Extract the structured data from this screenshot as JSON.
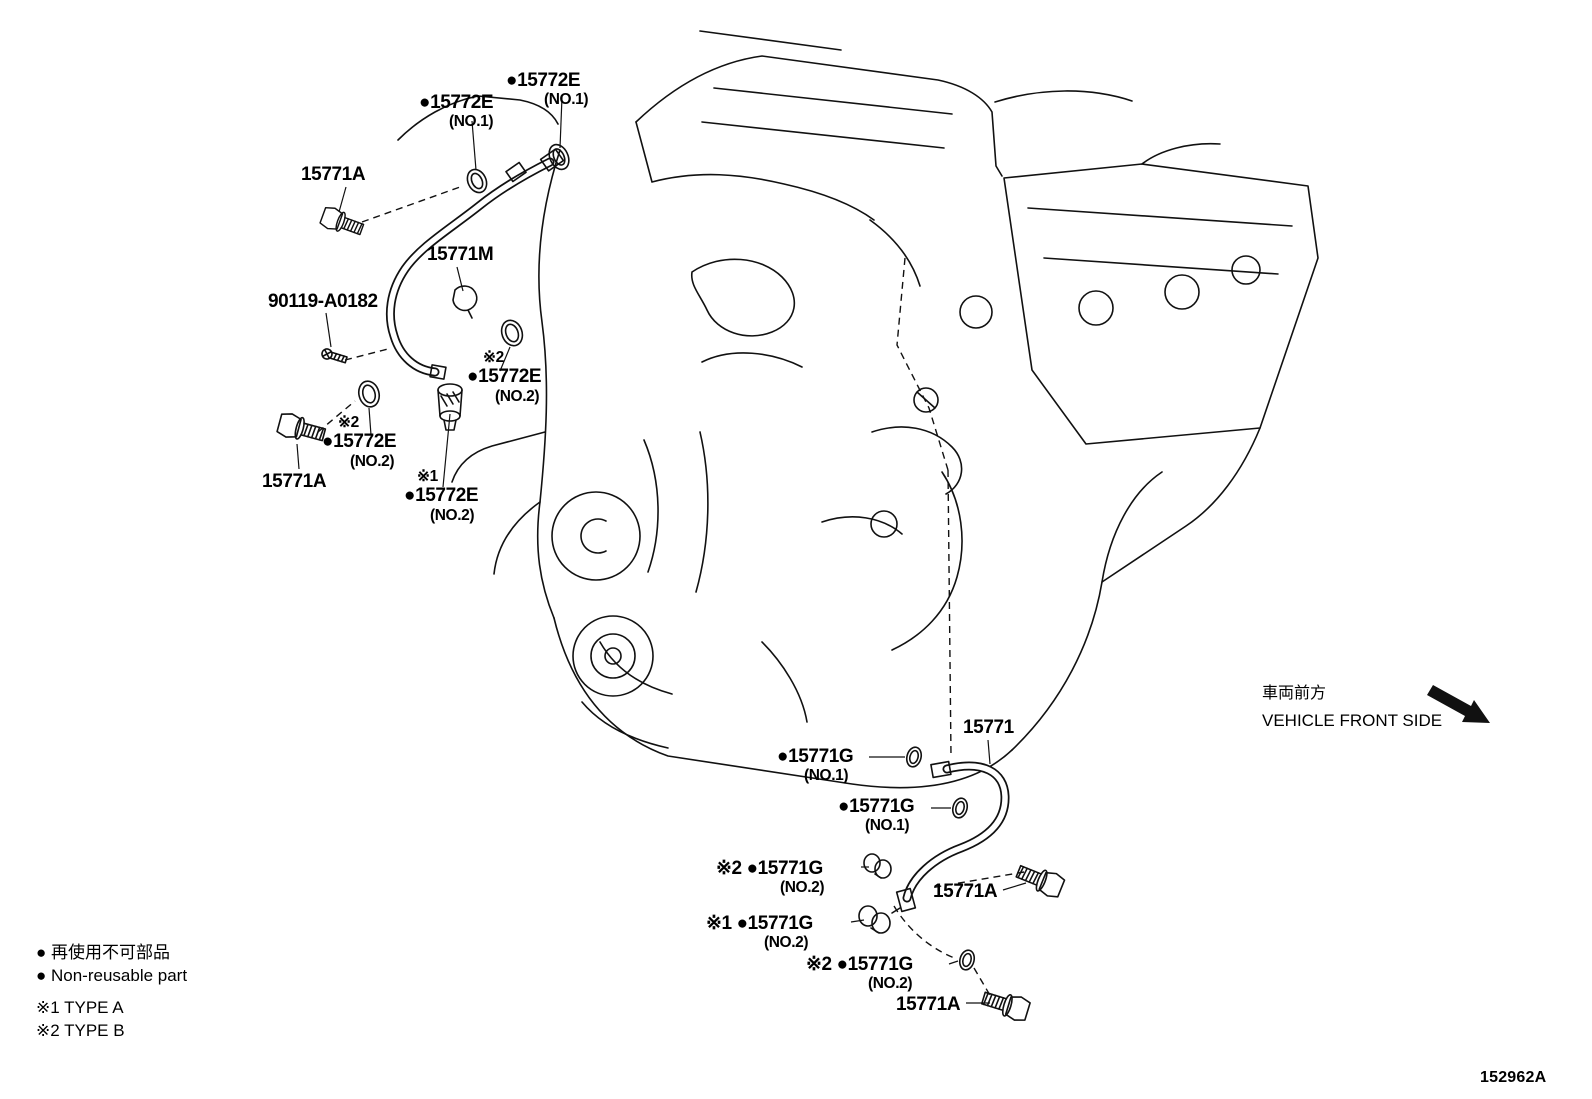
{
  "diagram": {
    "figure_code": "152962A",
    "direction": {
      "jp": "車両前方",
      "en": "VEHICLE FRONT SIDE"
    },
    "legend": {
      "nonreusable_jp": "● 再使用不可部品",
      "nonreusable_en": "● Non-reusable part",
      "type_a": "※1 TYPE A",
      "type_b": "※2 TYPE B"
    },
    "labels": [
      {
        "lines": [
          "●15772E",
          "(NO.1)"
        ]
      },
      {
        "lines": [
          "●15772E",
          "(NO.1)"
        ]
      },
      {
        "lines": [
          "15771A"
        ]
      },
      {
        "lines": [
          "15771M"
        ]
      },
      {
        "lines": [
          "90119-A0182"
        ]
      },
      {
        "lines": [
          "※2",
          "●15772E",
          "(NO.2)"
        ]
      },
      {
        "lines": [
          "※2",
          "●15772E",
          "(NO.2)"
        ]
      },
      {
        "lines": [
          "15771A"
        ]
      },
      {
        "lines": [
          "※1",
          "●15772E",
          "(NO.2)"
        ]
      },
      {
        "lines": [
          "15771"
        ]
      },
      {
        "lines": [
          "●15771G",
          "(NO.1)"
        ]
      },
      {
        "lines": [
          "●15771G",
          "(NO.1)"
        ]
      },
      {
        "lines": [
          "※2 ●15771G",
          "(NO.2)"
        ]
      },
      {
        "lines": [
          "15771A"
        ]
      },
      {
        "lines": [
          "※1 ●15771G",
          "(NO.2)"
        ]
      },
      {
        "lines": [
          "※2 ●15771G",
          "(NO.2)"
        ]
      },
      {
        "lines": [
          "15771A"
        ]
      }
    ]
  }
}
